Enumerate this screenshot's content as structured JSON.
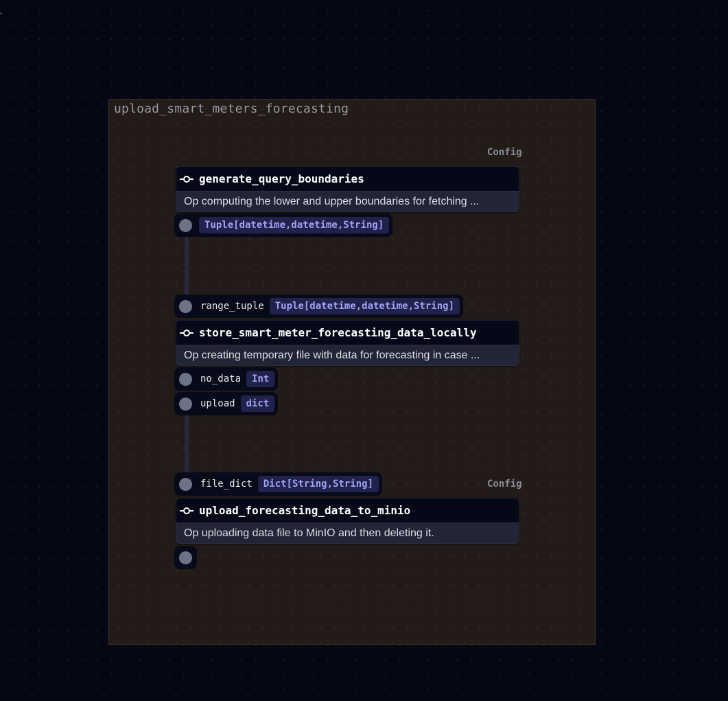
{
  "graph": {
    "group_title": "upload_smart_meters_forecasting",
    "config_label": "Config",
    "ops": [
      {
        "name": "generate_query_boundaries",
        "description": "Op computing the lower and upper boundaries for fetching ...",
        "outputs": [
          {
            "name": "",
            "type": "Tuple[datetime,datetime,String]"
          }
        ]
      },
      {
        "name": "store_smart_meter_forecasting_data_locally",
        "description": "Op creating temporary file with data for forecasting in case ...",
        "inputs": [
          {
            "name": "range_tuple",
            "type": "Tuple[datetime,datetime,String]"
          }
        ],
        "outputs": [
          {
            "name": "no_data",
            "type": "Int"
          },
          {
            "name": "upload",
            "type": "dict"
          }
        ]
      },
      {
        "name": "upload_forecasting_data_to_minio",
        "description": "Op uploading data file to MinIO and then deleting it.",
        "inputs": [
          {
            "name": "file_dict",
            "type": "Dict[String,String]"
          }
        ],
        "outputs": [
          {
            "name": "",
            "type": ""
          }
        ]
      }
    ]
  },
  "icons": {
    "op_icon": "op-node-icon",
    "port": "port-dot-icon"
  },
  "colors": {
    "background": "#050714",
    "group_background": "#221b18",
    "type_tag_bg": "#20224c",
    "type_tag_text": "#9fa2f0",
    "port_dot": "#6d7285"
  }
}
